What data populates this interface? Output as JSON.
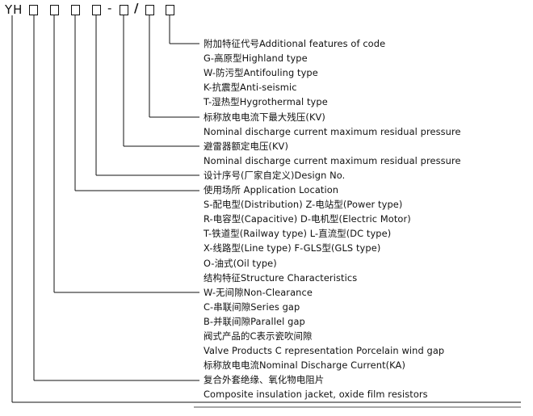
{
  "code": {
    "prefix": "YH",
    "dash1": "-",
    "slash": "/"
  },
  "lines": [
    "附加特征代号Additional features of code",
    "G-高原型Highland type",
    "W-防污型Antifouling type",
    "K-抗震型Anti-seismic",
    "T-湿热型Hygrothermal type",
    "标称放电电流下最大残压(KV)",
    "Nominal discharge current maximum residual pressure",
    "避雷器额定电压(KV)",
    "Nominal discharge current maximum residual pressure",
    "设计序号(厂家自定义)Design No.",
    "使用场所 Application  Location",
    "S-配电型(Distribution) Z-电站型(Power type)",
    "R-电容型(Capacitive) D-电机型(Electric Motor)",
    "T-铁道型(Railway type) L-直流型(DC type)",
    "X-线路型(Line type) F-GLS型(GLS type)",
    "O-油式(Oil type)",
    "结构特征Structure Characteristics",
    "W-无间隙Non-Clearance",
    "C-串联间隙Series gap",
    "B-并联间隙Parallel gap",
    "阀式产品的C表示瓷吹间隙",
    "Valve Products  C representation Porcelain wind gap",
    "标称放电电流Nominal Discharge Current(KA)",
    "复合外套绝缘、氧化物电阻片",
    "Composite insulation jacket, oxide film resistors"
  ]
}
